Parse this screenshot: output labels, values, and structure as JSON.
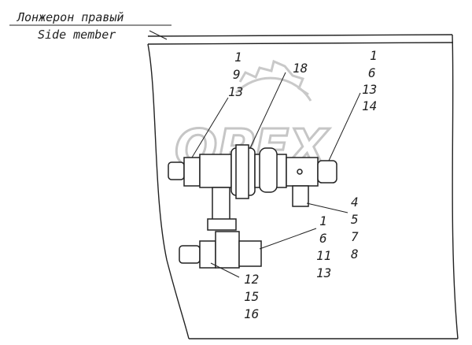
{
  "header": {
    "label_ru": "Лонжерон правый",
    "label_en": "Side member"
  },
  "watermark": {
    "text": "OPEX"
  },
  "callouts": {
    "top_left": [
      "1",
      "9",
      "13"
    ],
    "top_center": [
      "18"
    ],
    "top_right": [
      "1",
      "6",
      "13",
      "14"
    ],
    "right_mid": [
      "4",
      "5",
      "7",
      "8"
    ],
    "center_low": [
      "1",
      "6",
      "11",
      "13"
    ],
    "bottom": [
      "12",
      "15",
      "16"
    ]
  }
}
